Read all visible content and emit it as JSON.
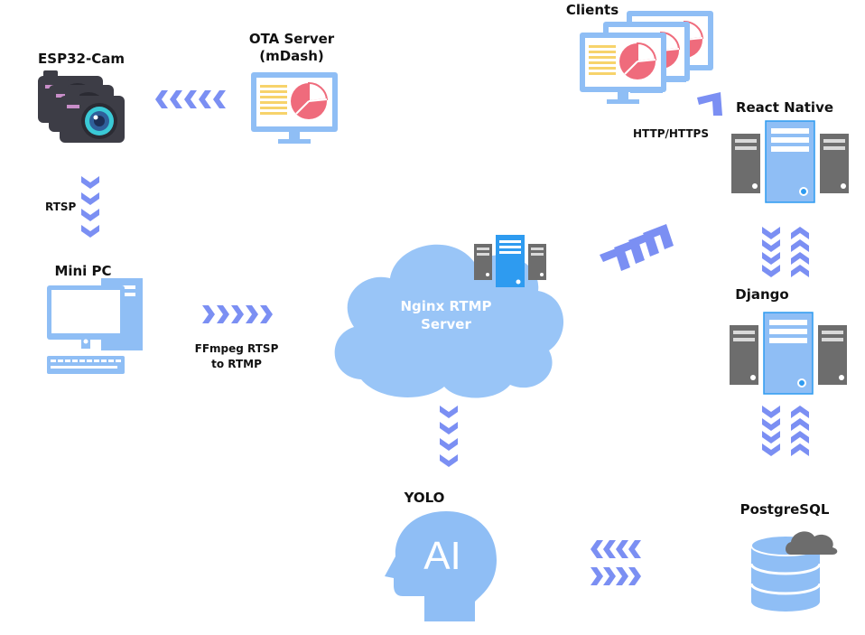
{
  "nodes": {
    "esp32": "ESP32-Cam",
    "ota_line1": "OTA Server",
    "ota_line2": "(mDash)",
    "clients": "Clients",
    "react_native": "React Native",
    "http": "HTTP/HTTPS",
    "rtsp": "RTSP",
    "mini_pc": "Mini PC",
    "ffmpeg_line1": "FFmpeg RTSP",
    "ffmpeg_line2": "to RTMP",
    "nginx_line1": "Nginx RTMP",
    "nginx_line2": "Server",
    "django": "Django",
    "yolo": "YOLO",
    "ai": "AI",
    "postgres": "PostgreSQL"
  },
  "colors": {
    "arrow": "#7b8ff3",
    "monitor": "#8fbef5",
    "cloud": "#99c5f7",
    "server_grey": "#6d6d6d",
    "server_blue": "#2e9bf0",
    "chart_red": "#ef6b7c",
    "text_lines": "#f7d36b",
    "camera_body": "#3d3d46"
  },
  "icons": [
    "camera-icon",
    "monitor-icon",
    "pc-icon",
    "cloud-icon",
    "server-icon",
    "head-icon",
    "database-icon"
  ]
}
